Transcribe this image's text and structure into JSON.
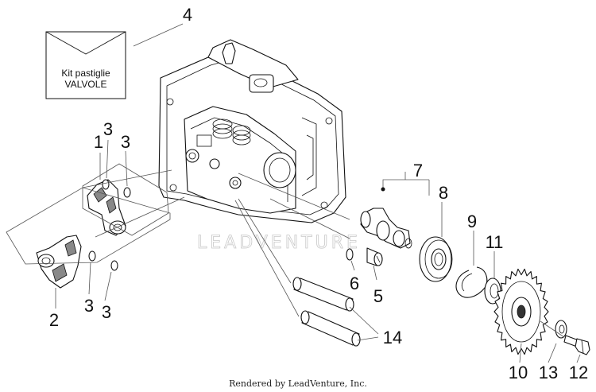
{
  "kit_box": {
    "line1": "Kit pastiglie",
    "line2": "VALVOLE"
  },
  "watermark": "LEADVENTURE",
  "footer": "Rendered by LeadVenture, Inc.",
  "callouts": [
    {
      "id": "c4",
      "label": "4"
    },
    {
      "id": "c3a",
      "label": "3"
    },
    {
      "id": "c1",
      "label": "1"
    },
    {
      "id": "c3b",
      "label": "3"
    },
    {
      "id": "c7",
      "label": "7"
    },
    {
      "id": "c8",
      "label": "8"
    },
    {
      "id": "c9",
      "label": "9"
    },
    {
      "id": "c11",
      "label": "11"
    },
    {
      "id": "c6",
      "label": "6"
    },
    {
      "id": "c5",
      "label": "5"
    },
    {
      "id": "c2",
      "label": "2"
    },
    {
      "id": "c3c",
      "label": "3"
    },
    {
      "id": "c3d",
      "label": "3"
    },
    {
      "id": "c14",
      "label": "14"
    },
    {
      "id": "c10",
      "label": "10"
    },
    {
      "id": "c13",
      "label": "13"
    },
    {
      "id": "c12",
      "label": "12"
    }
  ]
}
